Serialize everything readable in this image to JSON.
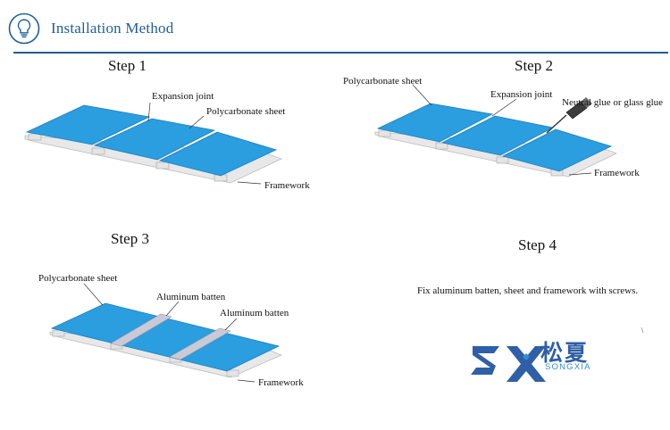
{
  "header": {
    "title": "Installation Method",
    "icon": "lightbulb-icon",
    "accent_color": "#1e5e98"
  },
  "steps": [
    {
      "title": "Step 1",
      "labels": [
        "Expansion joint",
        "Polycarbonate sheet",
        "Framework"
      ]
    },
    {
      "title": "Step 2",
      "labels": [
        "Polycarbonate sheet",
        "Expansion joint",
        "Neutral glue or glass glue",
        "Framework"
      ]
    },
    {
      "title": "Step 3",
      "labels": [
        "Polycarbonate sheet",
        "Aluminum batten",
        "Aluminum batten",
        "Framework"
      ]
    },
    {
      "title": "Step 4",
      "text": "Fix aluminum batten, sheet and framework with screws."
    }
  ],
  "logo": {
    "chinese": "松夏",
    "english": "SONGXIA"
  },
  "colors": {
    "sheet": "#2a9ede",
    "sheet_edge": "#1d7ec0",
    "frame": "#e6e6e6",
    "batten": "#c9cad6",
    "logo_blue": "#2f5fa6"
  }
}
